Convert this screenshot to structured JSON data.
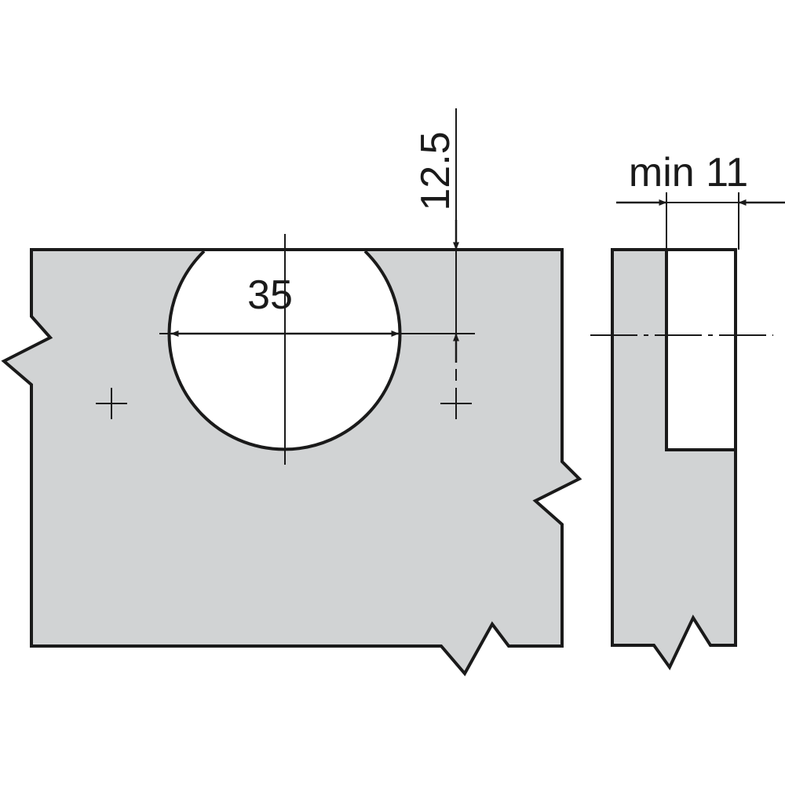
{
  "dimensions": {
    "bore_diameter": "35",
    "edge_distance": "12.5",
    "door_thickness": "min 11"
  },
  "colors": {
    "panel_fill": "#d1d3d4",
    "line": "#1a1a1a",
    "background": "#ffffff"
  }
}
